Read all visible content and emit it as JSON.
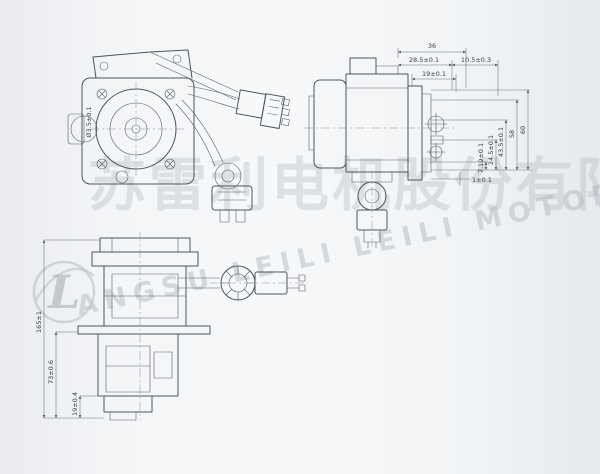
{
  "watermark": {
    "logo_letter": "L",
    "cn_text": "苏雷利电机股份有限公司",
    "en_text": "ANGSU LEILI LEILI MOTOR CO"
  },
  "front_view": {
    "shaft_label": "Ø3.5±0.1"
  },
  "side_view": {
    "dim_width_total": "36",
    "dim_width_a": "28.5±0.1",
    "dim_width_b": "10.5±0.3",
    "dim_width_c": "19±0.1",
    "dim_h1": "7.19±0.1",
    "dim_h2": "24.5±0.1",
    "dim_h3": "43.5±0.1",
    "dim_h4": "58",
    "dim_h5": "60",
    "dim_gap": "1±0.1"
  },
  "bottom_view": {
    "dim_height_total": "165±1",
    "dim_height_mid": "73±0.6",
    "dim_height_low": "19±0.4"
  }
}
